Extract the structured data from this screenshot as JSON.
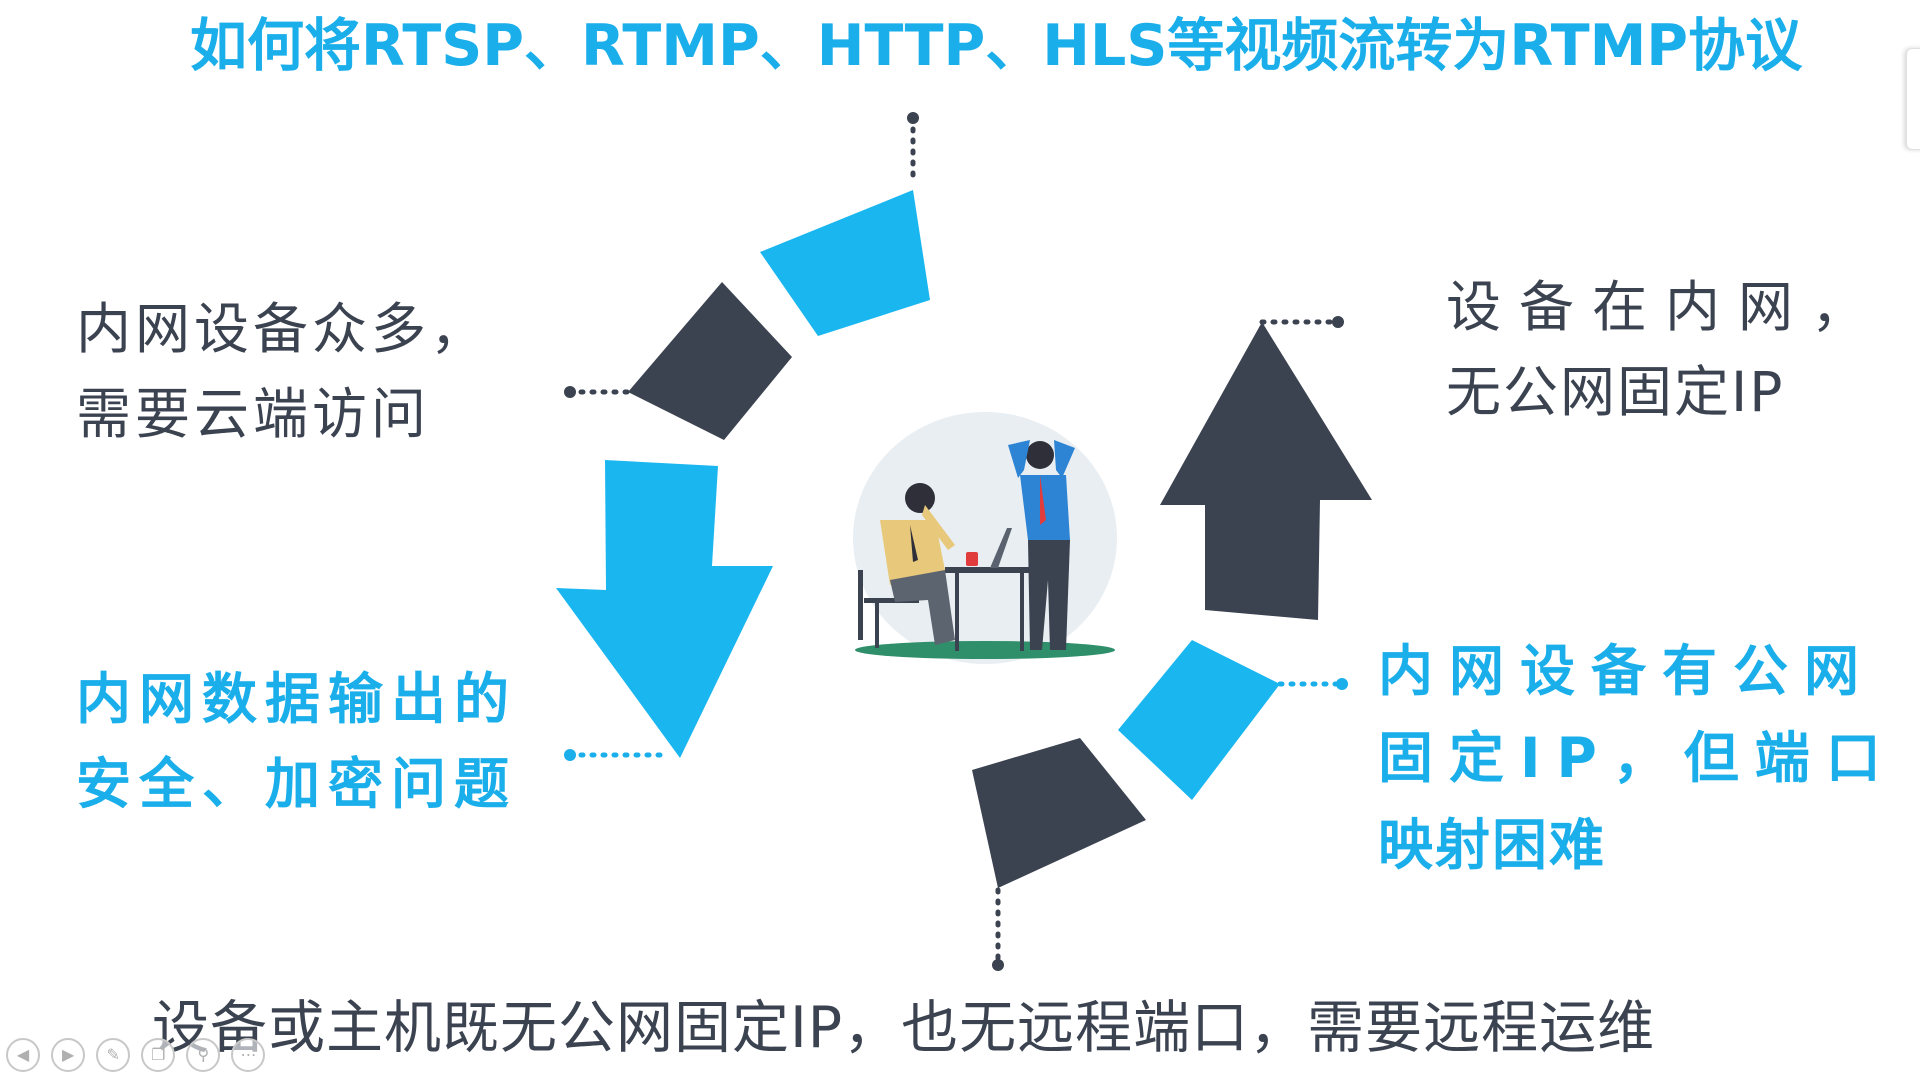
{
  "title": "如何将RTSP、RTMP、HTTP、HLS等视频流转为RTMP协议",
  "notes": {
    "top_left": [
      "内网设备众多，",
      "需要云端访问"
    ],
    "top_right": [
      "设备在内网，",
      "无公网固定IP"
    ],
    "bottom_left": [
      "内网数据输出的",
      "安全、加密问题"
    ],
    "bottom_right": [
      "内网设备有公网",
      "固定IP，但端口",
      "映射困难"
    ]
  },
  "bottom_caption": "设备或主机既无公网固定IP，也无远程端口，需要远程运维",
  "colors": {
    "blue": "#1ab6f0",
    "dark": "#3b4250",
    "accent_text": "#1aaeea"
  },
  "icons": {
    "center": "frustrated-office-workers-illustration",
    "cycle": "circular-arrow-cycle"
  },
  "nav": [
    "prev-icon",
    "next-icon",
    "pen-icon",
    "copy-icon",
    "zoom-icon",
    "more-icon"
  ]
}
